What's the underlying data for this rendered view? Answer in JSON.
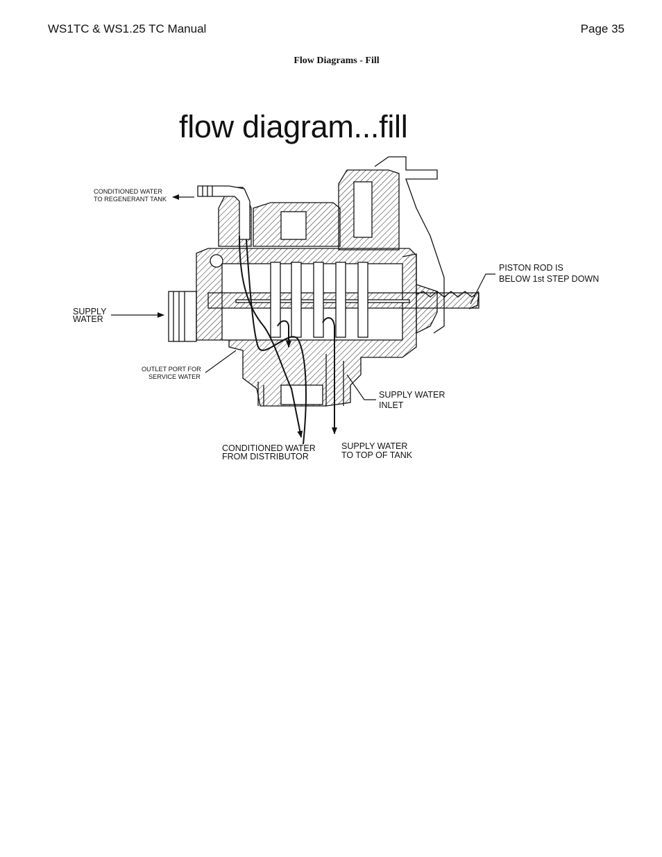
{
  "header": {
    "manual_title": "WS1TC & WS1.25 TC Manual",
    "page_number": "Page 35"
  },
  "section_title": "Flow Diagrams - Fill",
  "diagram": {
    "title": "flow diagram...fill",
    "labels": {
      "conditioned_to_regenerant_line1": "CONDITIONED WATER",
      "conditioned_to_regenerant_line2": "TO REGENERANT TANK",
      "piston_rod_line1": "PISTON ROD IS",
      "piston_rod_line2": "BELOW 1st STEP DOWN",
      "supply_water_line1": "SUPPLY",
      "supply_water_line2": "WATER",
      "outlet_port_line1": "OUTLET PORT FOR",
      "outlet_port_line2": "SERVICE WATER",
      "supply_inlet_line1": "SUPPLY WATER",
      "supply_inlet_line2": "INLET",
      "conditioned_from_dist_line1": "CONDITIONED WATER",
      "conditioned_from_dist_line2": "FROM DISTRIBUTOR",
      "supply_top_tank_line1": "SUPPLY WATER",
      "supply_top_tank_line2": "TO TOP OF TANK"
    }
  }
}
